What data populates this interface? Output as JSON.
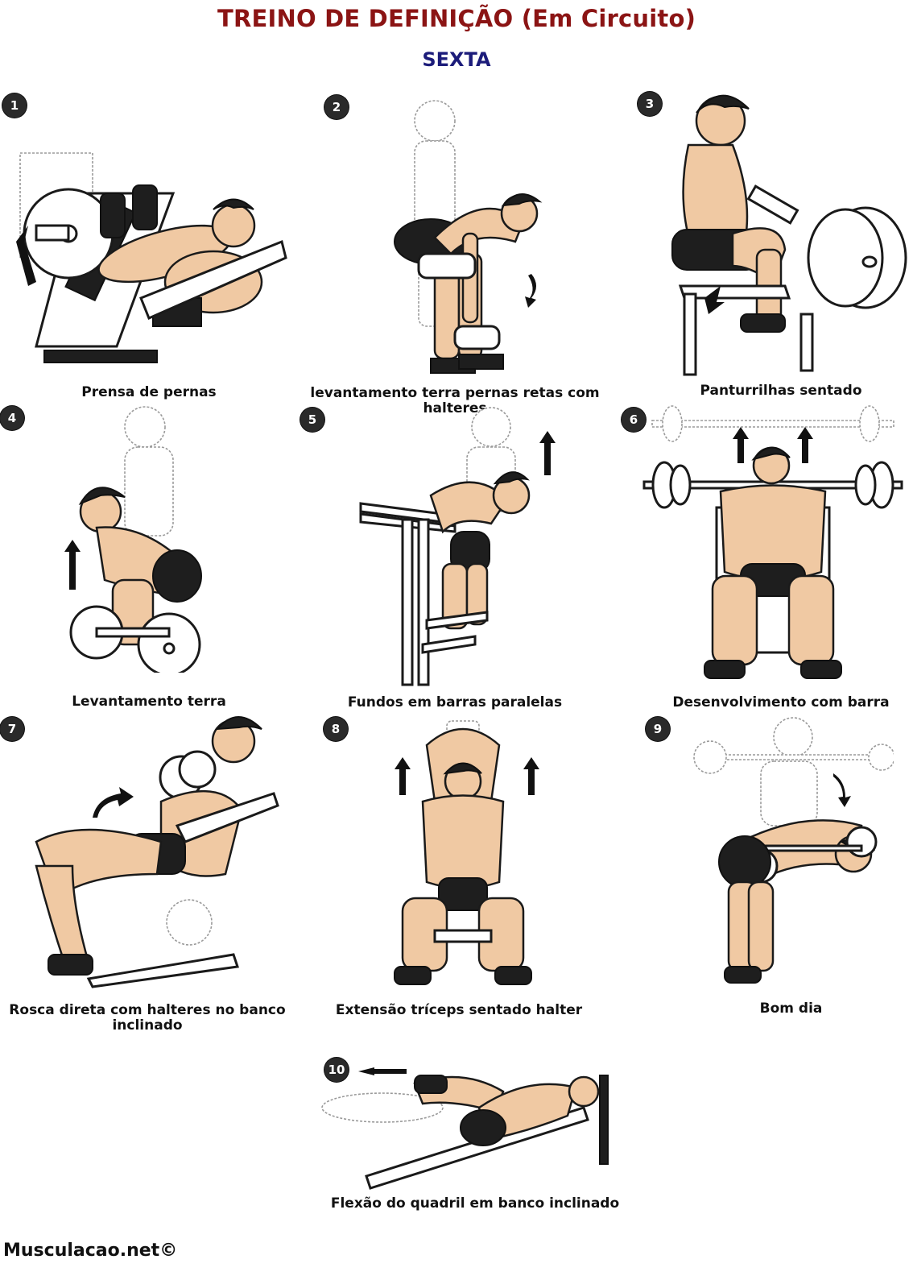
{
  "header": {
    "title": "TREINO DE DEFINIÇÃO (Em Circuito)",
    "subtitle": "SEXTA"
  },
  "exercises": [
    {
      "number": "1",
      "name": "Prensa de pernas"
    },
    {
      "number": "2",
      "name": "levantamento terra pernas retas com halteres"
    },
    {
      "number": "3",
      "name": "Panturrilhas sentado"
    },
    {
      "number": "4",
      "name": "Levantamento terra"
    },
    {
      "number": "5",
      "name": "Fundos em barras paralelas"
    },
    {
      "number": "6",
      "name": "Desenvolvimento com barra"
    },
    {
      "number": "7",
      "name": "Rosca direta com halteres no banco inclinado"
    },
    {
      "number": "8",
      "name": "Extensão tríceps sentado halter"
    },
    {
      "number": "9",
      "name": "Bom dia"
    },
    {
      "number": "10",
      "name": "Flexão do quadril em banco inclinado"
    }
  ],
  "footer": {
    "brand": "Musculacao.net©"
  },
  "colors": {
    "title": "#8b1414",
    "subtitle": "#1c1c7a",
    "badge": "#2a2a2a",
    "skin": "#f0c9a3"
  }
}
